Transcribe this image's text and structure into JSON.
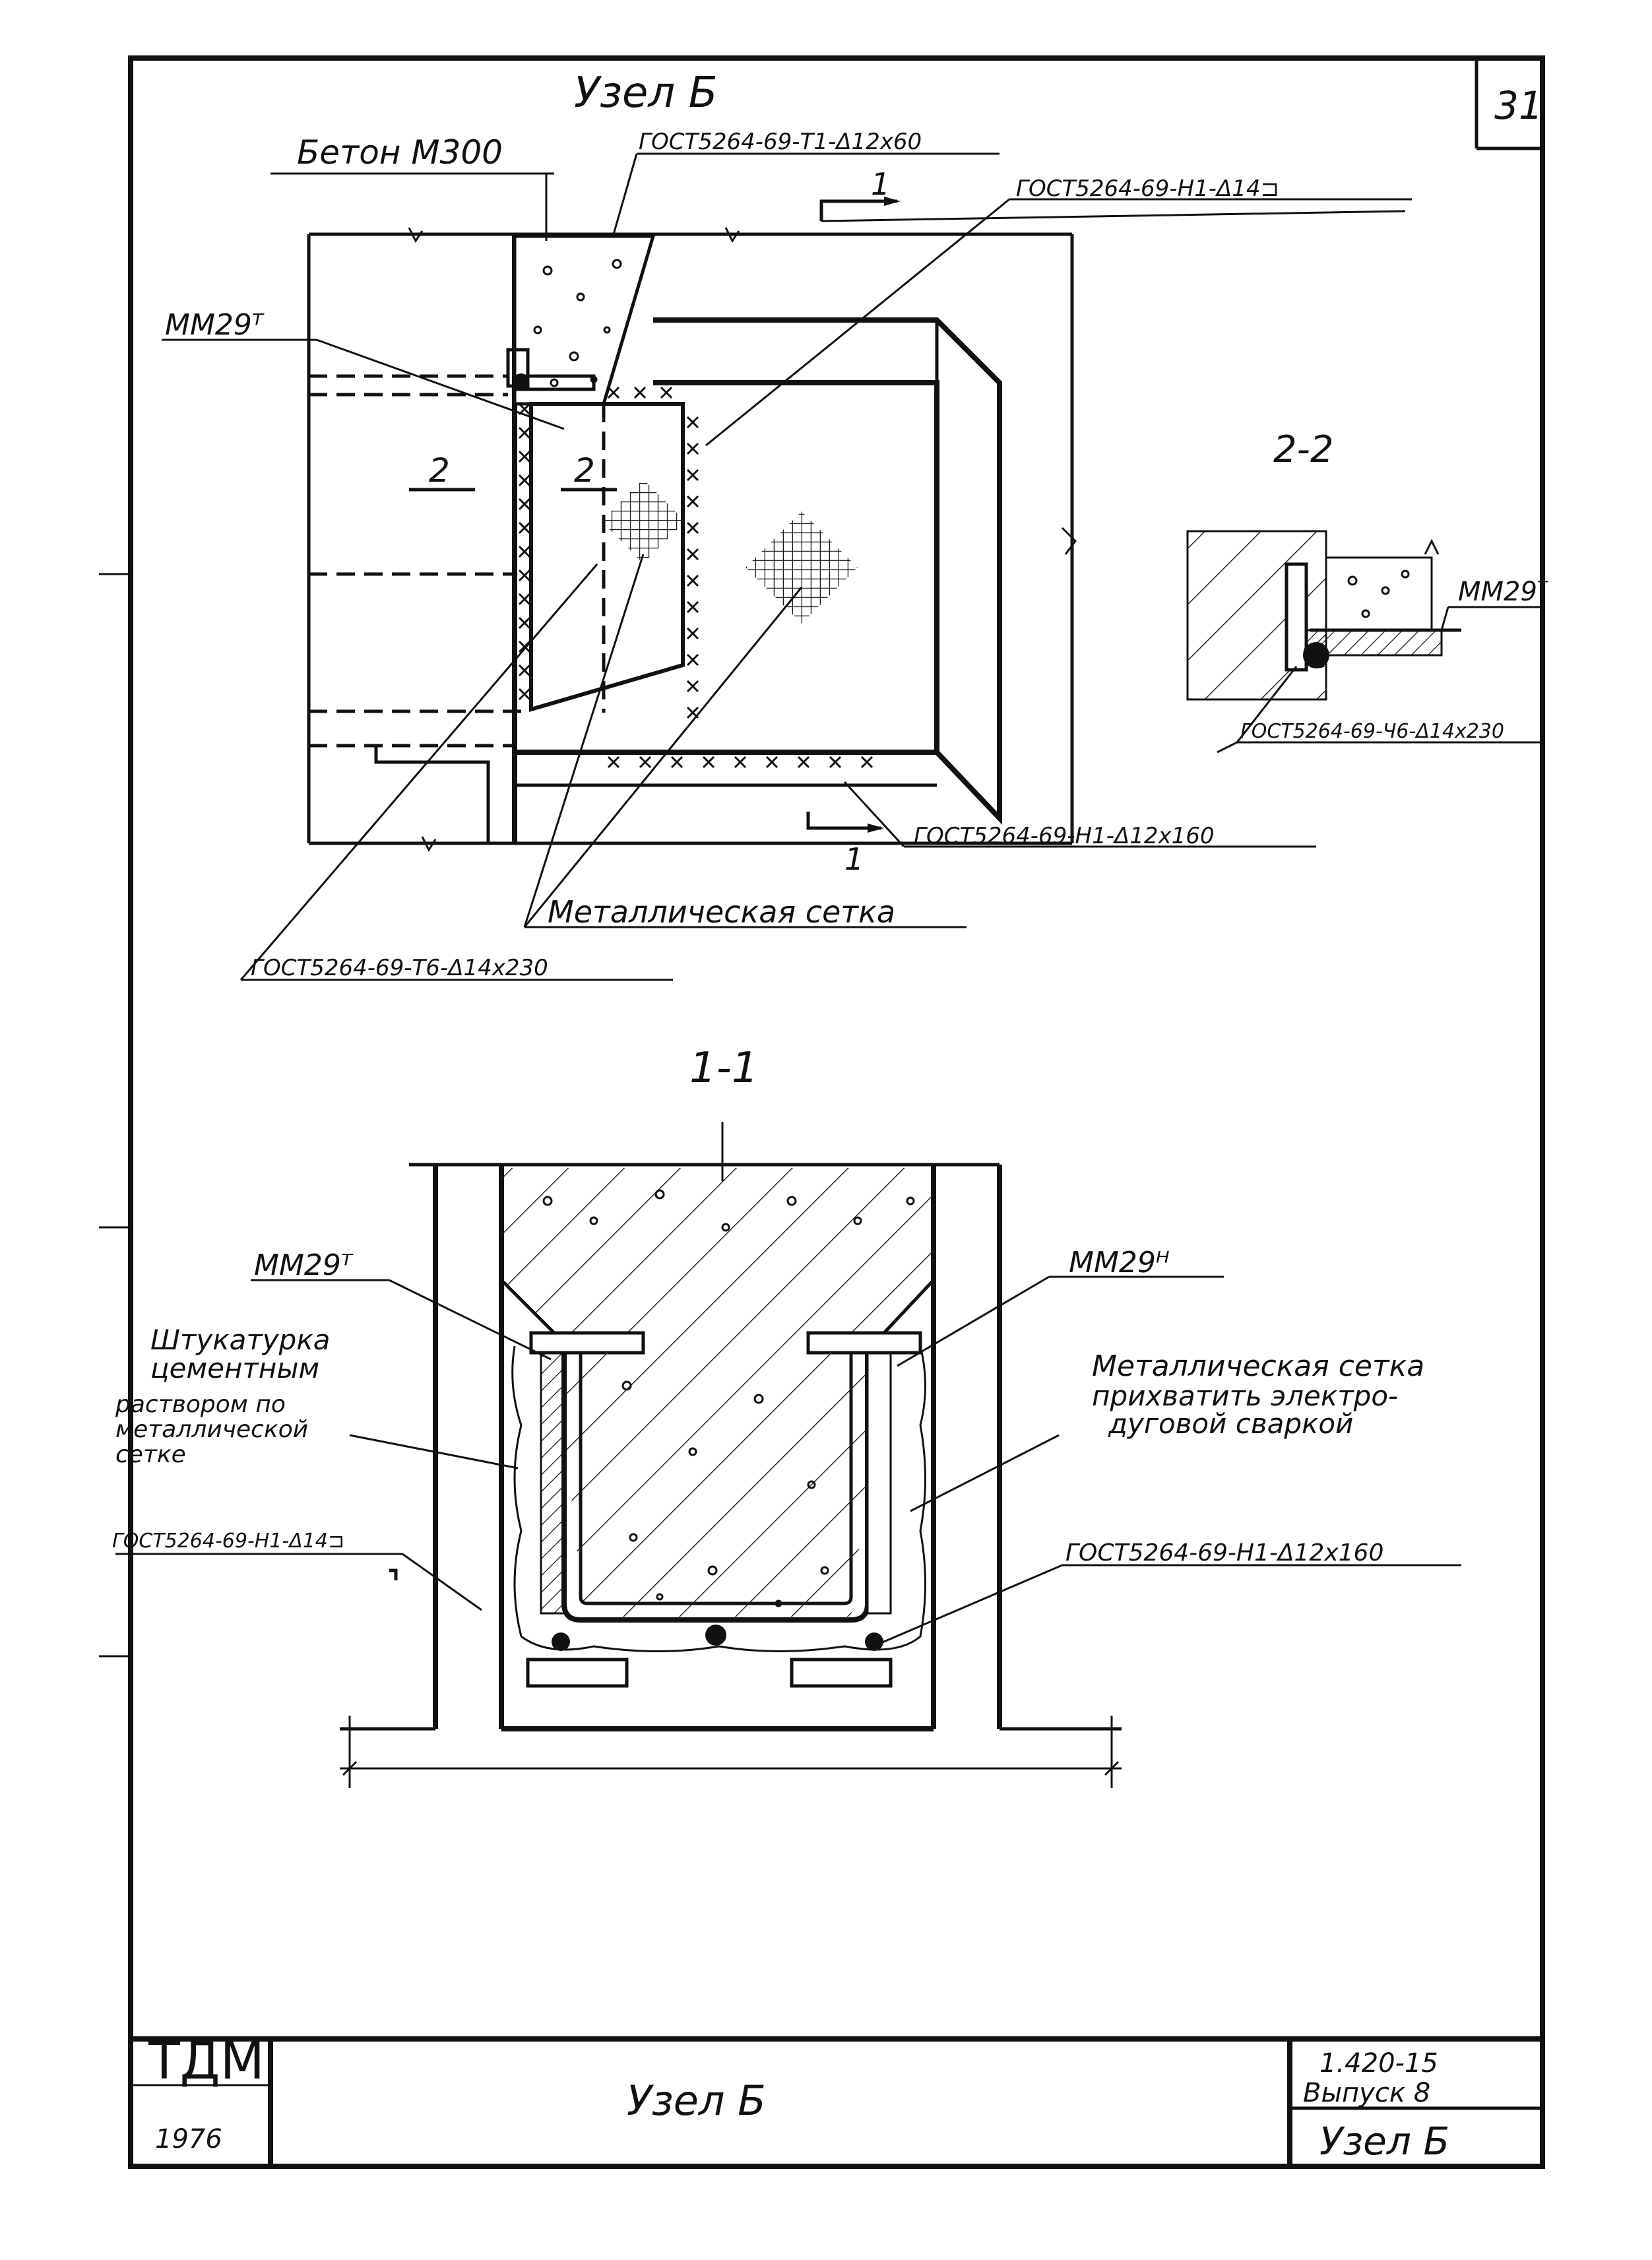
{
  "sheet": {
    "page_number": "31",
    "node_title": "Узел Б"
  },
  "detail_top": {
    "concrete_label": "Бетон М300",
    "weld_top_1": "ГОСТ5264-69-Т1-Δ12х60",
    "weld_top_2": "ГОСТ5264-69-Н1-Δ14⊐",
    "section_mark_1_top": "1",
    "section_mark_1_bottom": "1",
    "part_label": "ММ29ᵀ",
    "section_mark_2_left": "2",
    "section_mark_2_right": "2",
    "weld_bottom": "ГОСТ5264-69-Н1-Δ12х160",
    "mesh_label": "Металлическая сетка",
    "weld_left_bottom": "ГОСТ5264-69-Т6-Δ14х230"
  },
  "section_2_2": {
    "title": "2-2",
    "part_label": "ММ29ᵀ",
    "weld": "ГОСТ5264-69-Ч6-Δ14х230"
  },
  "section_1_1": {
    "title": "1-1",
    "part_left": "ММ29ᵀ",
    "part_right": "ММ29ᴴ",
    "plaster_note_line1": "Штукатурка",
    "plaster_note_line2": "цементным",
    "plaster_note_line3": "раствором по",
    "plaster_note_line4": "металлической",
    "plaster_note_line5": "сетке",
    "weld_left": "ГОСТ5264-69-Н1-Δ14⊐",
    "mesh_note_line1": "Металлическая сетка",
    "mesh_note_line2": "прихватить электро-",
    "mesh_note_line3": "дуговой сваркой",
    "weld_right": "ГОСТ5264-69-Н1-Δ12х160"
  },
  "title_block": {
    "org": "ТДМ",
    "year": "1976",
    "drawing_title": "Узел Б",
    "code_line1": "1.420-15",
    "code_line2": "Выпуск 8",
    "sheet_name": "Узел Б"
  }
}
